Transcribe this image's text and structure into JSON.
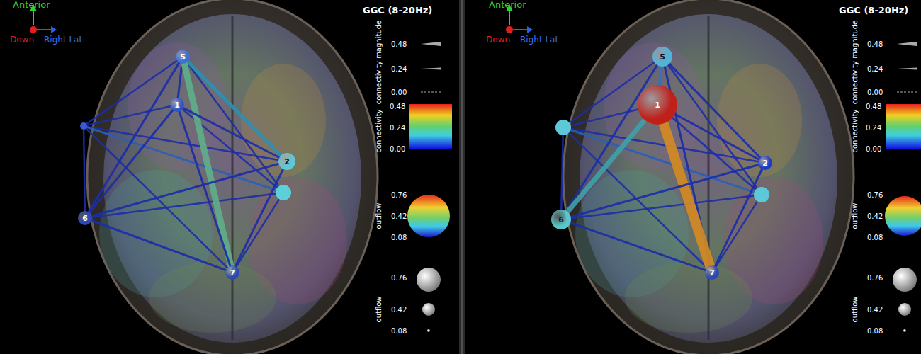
{
  "diagram": {
    "nodes": [
      {
        "text": [
          "5"
        ]
      },
      {
        "text": [
          "1"
        ]
      },
      {
        "text": [
          "2"
        ]
      },
      {
        "text": [
          "6"
        ]
      },
      {
        "text": [
          "7"
        ]
      },
      {
        "text": [
          "5"
        ]
      },
      {
        "text": [
          "1"
        ]
      },
      {
        "text": [
          "2"
        ]
      },
      {
        "text": [
          "6"
        ]
      },
      {
        "text": [
          "7"
        ]
      }
    ],
    "edges": [
      {
        "from": 0,
        "to": 1,
        "arrow": "none"
      },
      {
        "from": 0,
        "to": 2,
        "arrow": "none"
      },
      {
        "from": 0,
        "to": 3,
        "arrow": "none"
      },
      {
        "from": 0,
        "to": 4,
        "arrow": "none"
      },
      {
        "from": 1,
        "to": 2,
        "arrow": "none"
      },
      {
        "from": 1,
        "to": 3,
        "arrow": "none"
      },
      {
        "from": 1,
        "to": 4,
        "arrow": "none"
      },
      {
        "from": 2,
        "to": 3,
        "arrow": "none"
      },
      {
        "from": 2,
        "to": 4,
        "arrow": "none"
      },
      {
        "from": 3,
        "to": 4,
        "arrow": "none"
      },
      {
        "from": 5,
        "to": 6,
        "arrow": "none"
      },
      {
        "from": 5,
        "to": 7,
        "arrow": "none"
      },
      {
        "from": 5,
        "to": 8,
        "arrow": "none"
      },
      {
        "from": 5,
        "to": 9,
        "arrow": "none"
      },
      {
        "from": 6,
        "to": 7,
        "arrow": "none"
      },
      {
        "from": 6,
        "to": 8,
        "arrow": "none"
      },
      {
        "from": 6,
        "to": 9,
        "arrow": "none"
      },
      {
        "from": 7,
        "to": 8,
        "arrow": "none"
      },
      {
        "from": 7,
        "to": 9,
        "arrow": "none"
      },
      {
        "from": 8,
        "to": 9,
        "arrow": "none"
      }
    ],
    "labels": [
      "Anterior",
      "Down",
      "Right Lat",
      "GGC (8-20Hz)",
      "connectivity magnitude",
      "0.48",
      "0.24",
      "0.00",
      "connectivity",
      "0.48",
      "0.24",
      "0.00",
      "outflow",
      "0.76",
      "0.42",
      "0.08",
      "outflow",
      "0.76",
      "0.42",
      "0.08",
      "Anterior",
      "Down",
      "Right Lat",
      "GGC (8-20Hz)",
      "connectivity magnitude",
      "0.48",
      "0.24",
      "0.00",
      "connectivity",
      "0.48",
      "0.24",
      "0.00",
      "outflow",
      "0.76",
      "0.42",
      "0.08",
      "outflow",
      "0.76",
      "0.42",
      "0.08"
    ]
  }
}
